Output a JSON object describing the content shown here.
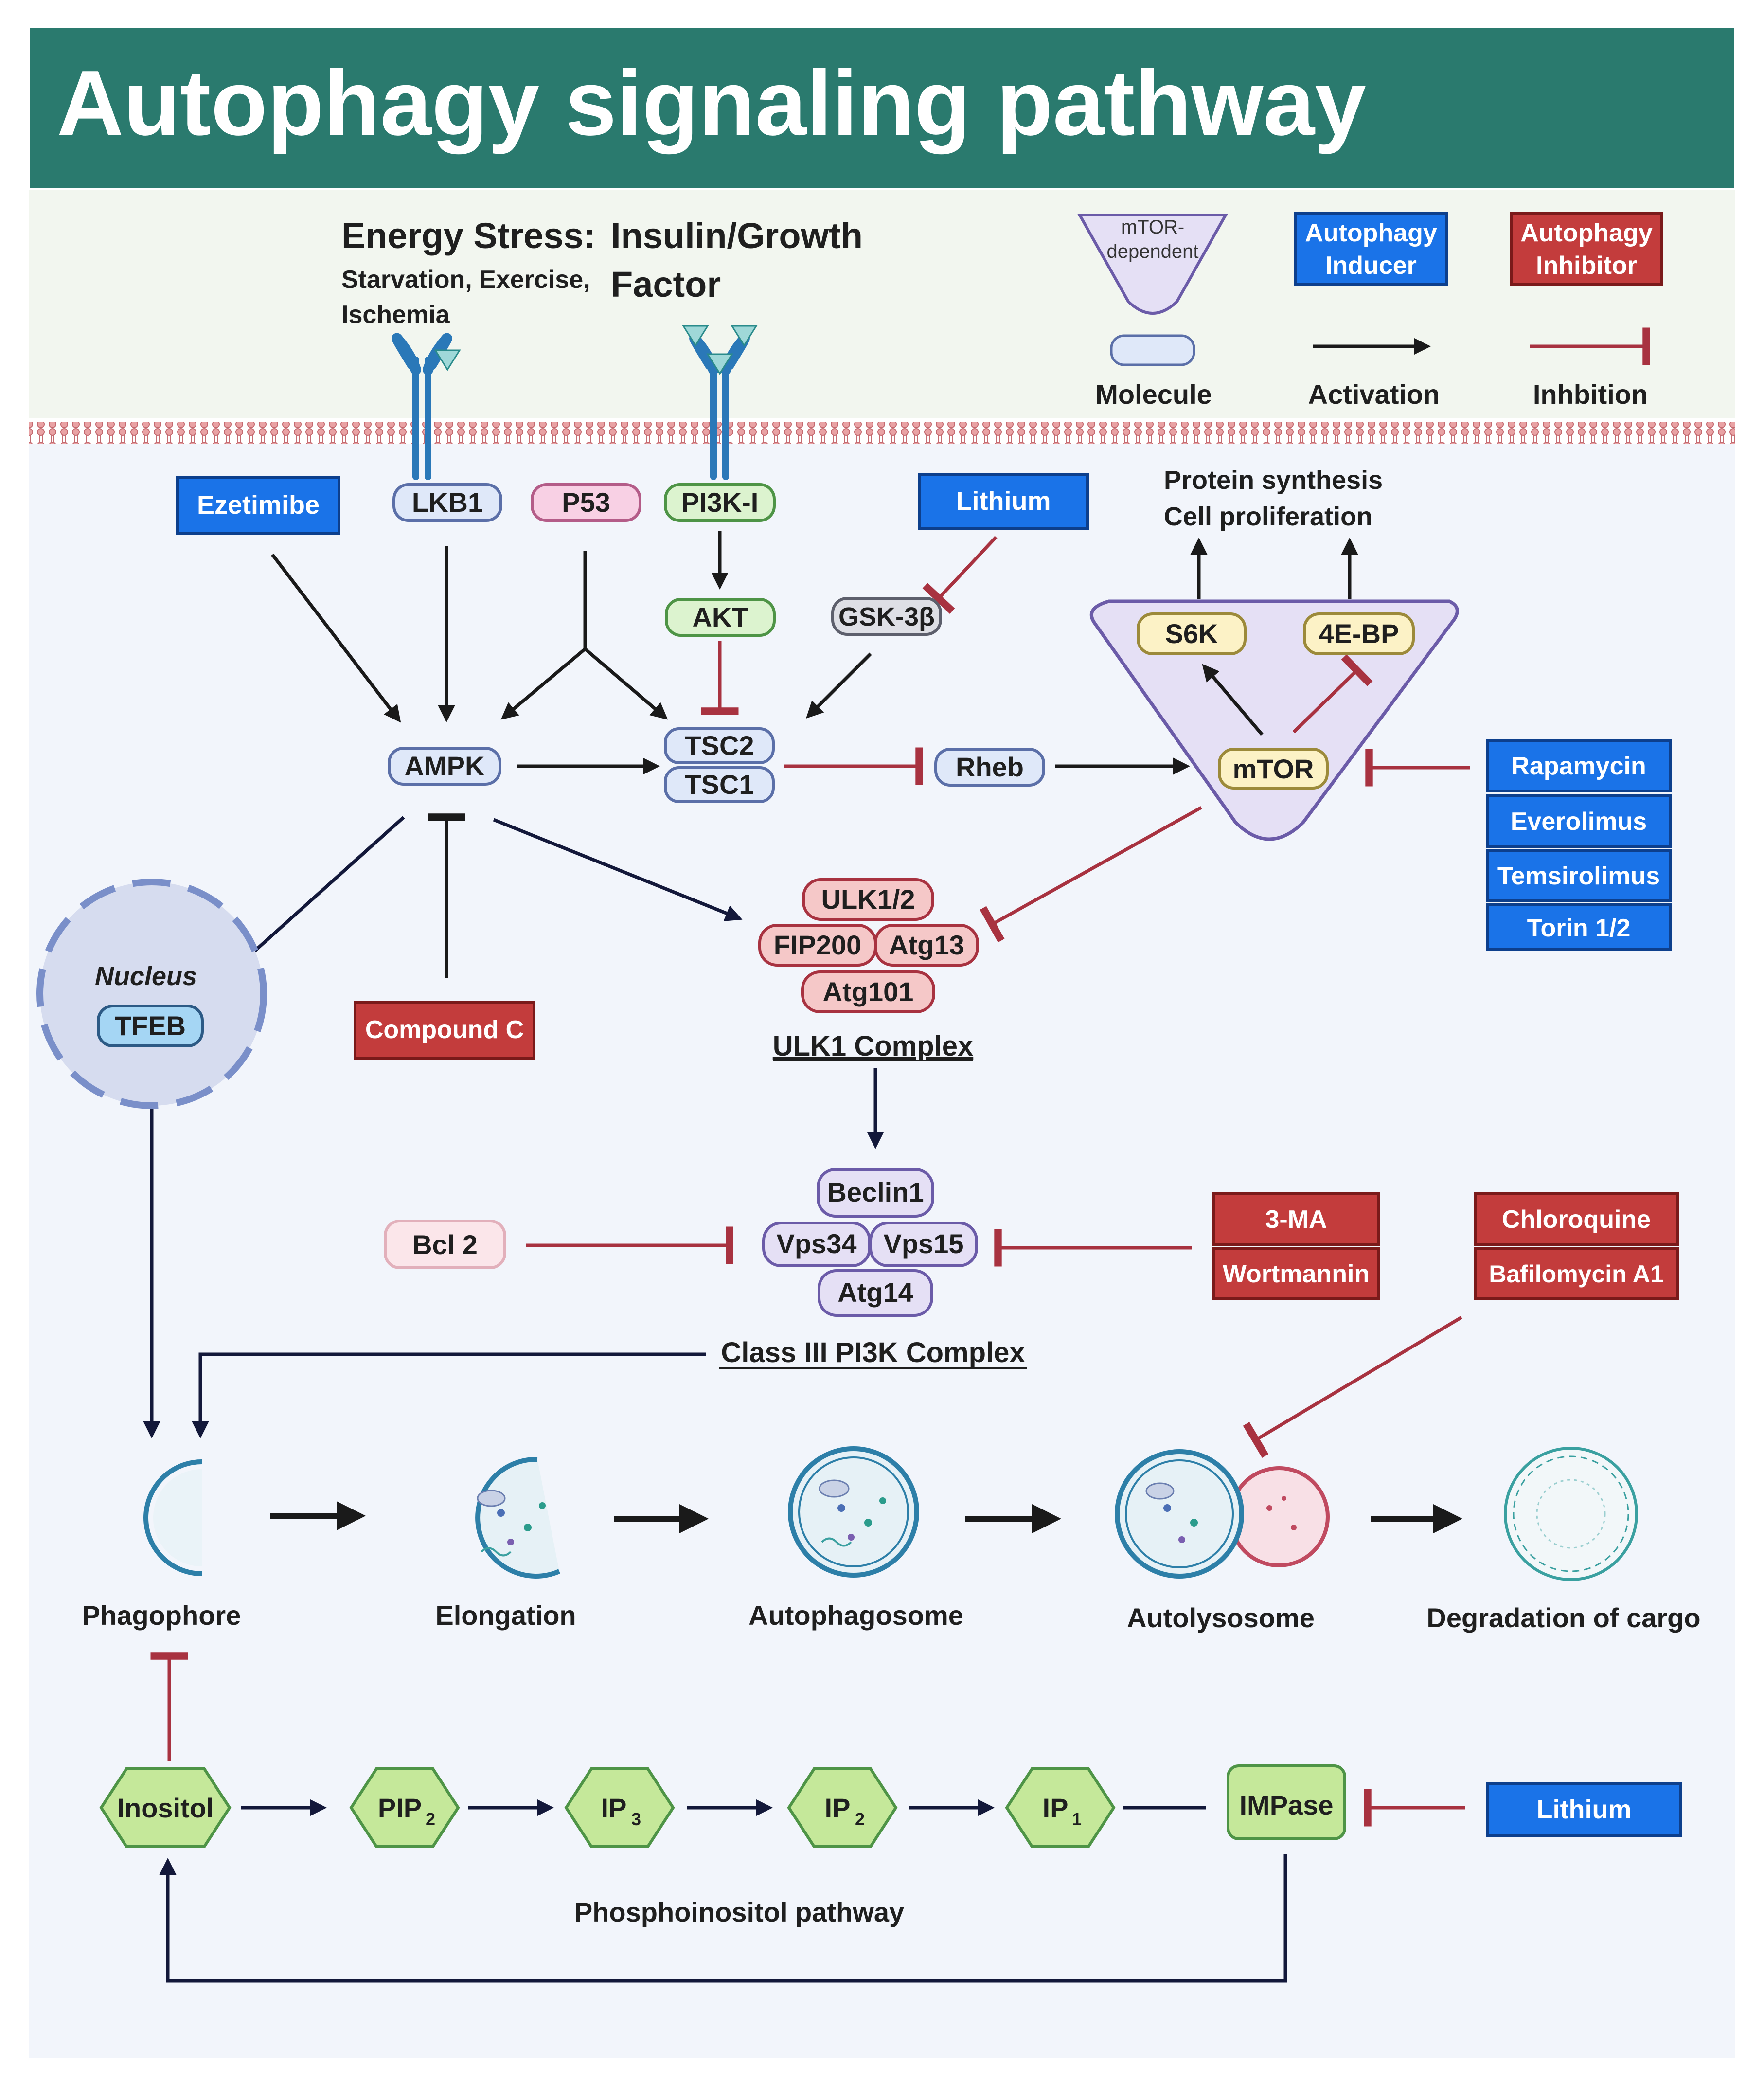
{
  "title": "Autophagy signaling pathway",
  "colors": {
    "title_bg": "#2a7a6e",
    "inducer": "#1a73e8",
    "inhibitor": "#c33c3c",
    "activation": "#1a1a1a",
    "inhibition": "#a83240",
    "pathway_line": "#13183a"
  },
  "stimuli": {
    "energy_title": "Energy Stress:",
    "energy_sub1": "Starvation, Exercise,",
    "energy_sub2": "Ischemia",
    "insulin_line1": "Insulin/Growth",
    "insulin_line2": "Factor"
  },
  "legend": {
    "mtor_line1": "mTOR-",
    "mtor_line2": "dependent",
    "inducer_line1": "Autophagy",
    "inducer_line2": "Inducer",
    "inhibitor_line1": "Autophagy",
    "inhibitor_line2": "Inhibitor",
    "molecule": "Molecule",
    "activation": "Activation",
    "inhibition": "Inhbition"
  },
  "nodes": {
    "ezetimibe": "Ezetimibe",
    "lkb1": "LKB1",
    "p53": "P53",
    "pi3k": "PI3K-I",
    "lithium_top": "Lithium",
    "akt": "AKT",
    "gsk": "GSK-3β",
    "ampk": "AMPK",
    "tsc2": "TSC2",
    "tsc1": "TSC1",
    "rheb": "Rheb",
    "mtor": "mTOR",
    "s6k": "S6K",
    "ebp": "4E-BP",
    "protein_line1": "Protein synthesis",
    "protein_line2": "Cell proliferation",
    "rapamycin": "Rapamycin",
    "everolimus": "Everolimus",
    "temsirolimus": "Temsirolimus",
    "torin": "Torin 1/2",
    "nucleus": "Nucleus",
    "tfeb": "TFEB",
    "compound_c": "Compound C",
    "ulk12": "ULK1/2",
    "fip200": "FIP200",
    "atg13": "Atg13",
    "atg101": "Atg101",
    "ulk_complex": "ULK1 Complex",
    "beclin1": "Beclin1",
    "vps34": "Vps34",
    "vps15": "Vps15",
    "atg14": "Atg14",
    "pi3k_complex": "Class III PI3K Complex",
    "bcl2": "Bcl 2",
    "three_ma": "3-MA",
    "wortmannin": "Wortmannin",
    "chloroquine": "Chloroquine",
    "bafilomycin": "Bafilomycin A1"
  },
  "stages": {
    "phagophore": "Phagophore",
    "elongation": "Elongation",
    "autophagosome": "Autophagosome",
    "autolysosome": "Autolysosome",
    "degradation": "Degradation of cargo"
  },
  "phosphoinositol": {
    "inositol": "Inositol",
    "pip": "PIP",
    "pip_sub": "2",
    "ip3": "IP",
    "ip3_sub": "3",
    "ip2": "IP",
    "ip2_sub": "2",
    "ip1": "IP",
    "ip1_sub": "1",
    "impase": "IMPase",
    "lithium_bottom": "Lithium",
    "pathway_label": "Phosphoinositol pathway"
  }
}
